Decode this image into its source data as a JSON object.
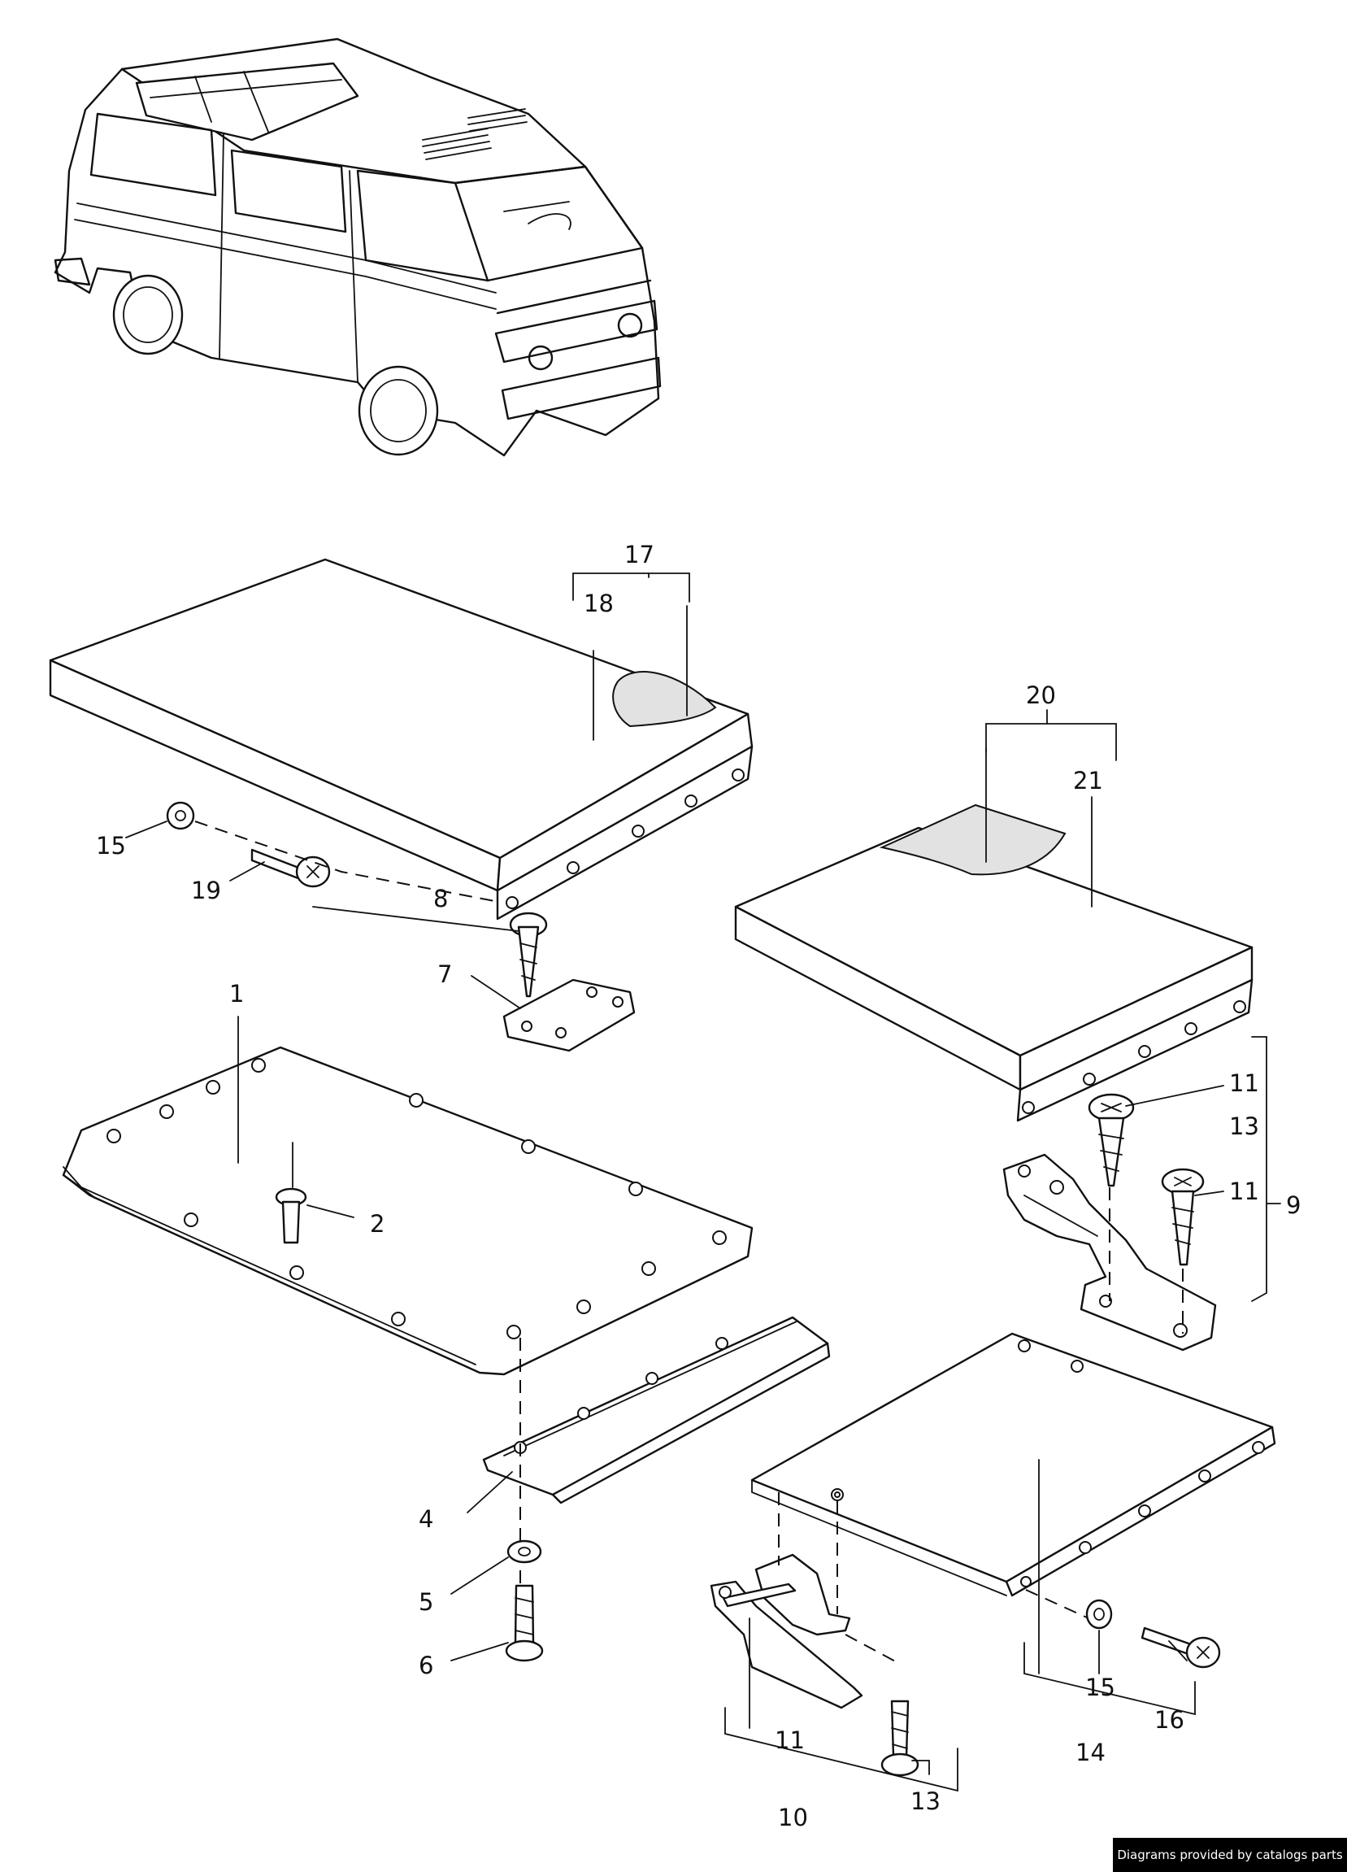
{
  "diagram": {
    "callouts": [
      "1",
      "2",
      "4",
      "5",
      "6",
      "7",
      "8",
      "9",
      "10",
      "11",
      "11",
      "11",
      "13",
      "13",
      "14",
      "15",
      "15",
      "16",
      "17",
      "18",
      "19",
      "20",
      "21"
    ]
  },
  "credit": "Diagrams provided by catalogs parts"
}
